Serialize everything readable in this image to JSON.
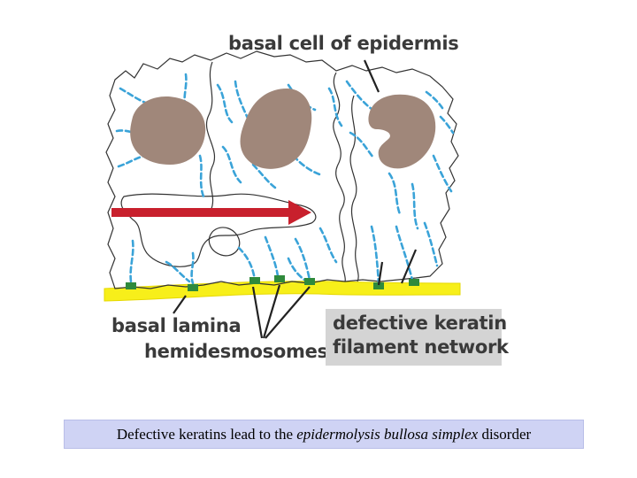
{
  "labels": {
    "basal_cell": "basal cell of epidermis",
    "basal_lamina": "basal lamina",
    "hemidesmosomes": "hemidesmosomes",
    "defective_line1": "defective keratin",
    "defective_line2": "filament network"
  },
  "caption": {
    "before": "Defective keratins lead to the ",
    "italic": "epidermolysis bullosa simplex",
    "after": " disorder"
  },
  "colors": {
    "nucleus": "#a0877a",
    "keratin": "#3aa3d8",
    "lamina": "#f7ef1a",
    "hemidesmosome": "#2f8a3c",
    "arrow": "#c8202d",
    "membrane": "#333333"
  }
}
